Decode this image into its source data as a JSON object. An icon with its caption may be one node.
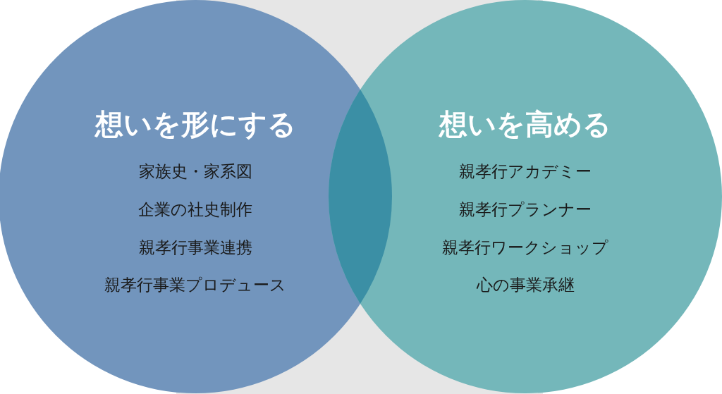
{
  "diagram": {
    "nodes": [
      {
        "text": [
          "想いを形にする",
          "家族史・家系図",
          "企業の社史制作",
          "親孝行事業連携",
          "親孝行事業プロデュース"
        ]
      },
      {
        "text": [
          "想いを高める",
          "親孝行アカデミー",
          "親孝行プランナー",
          "親孝行ワークショップ",
          "心の事業承継"
        ]
      },
      {
        "text": [],
        "shape": "lens"
      }
    ]
  }
}
